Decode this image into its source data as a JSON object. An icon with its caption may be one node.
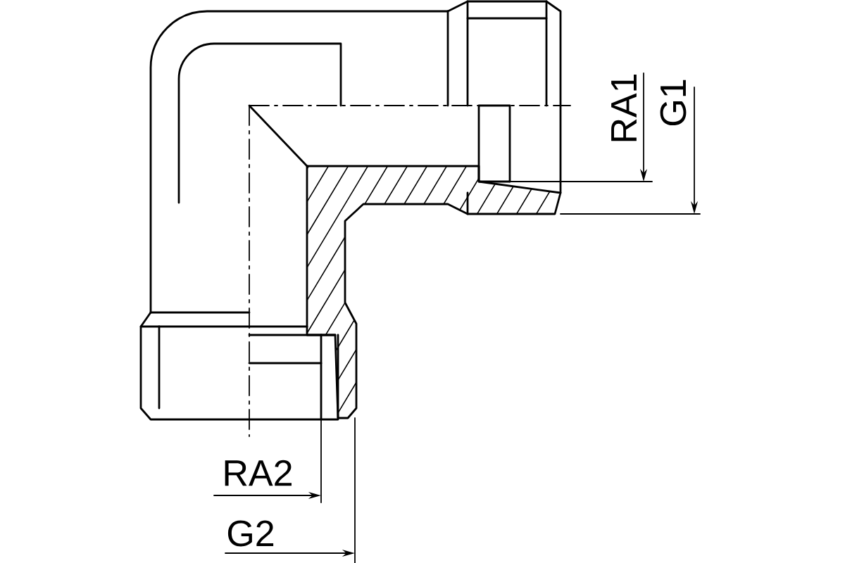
{
  "diagram": {
    "labels": [
      "RA1",
      "G1",
      "RA2",
      "G2"
    ]
  }
}
